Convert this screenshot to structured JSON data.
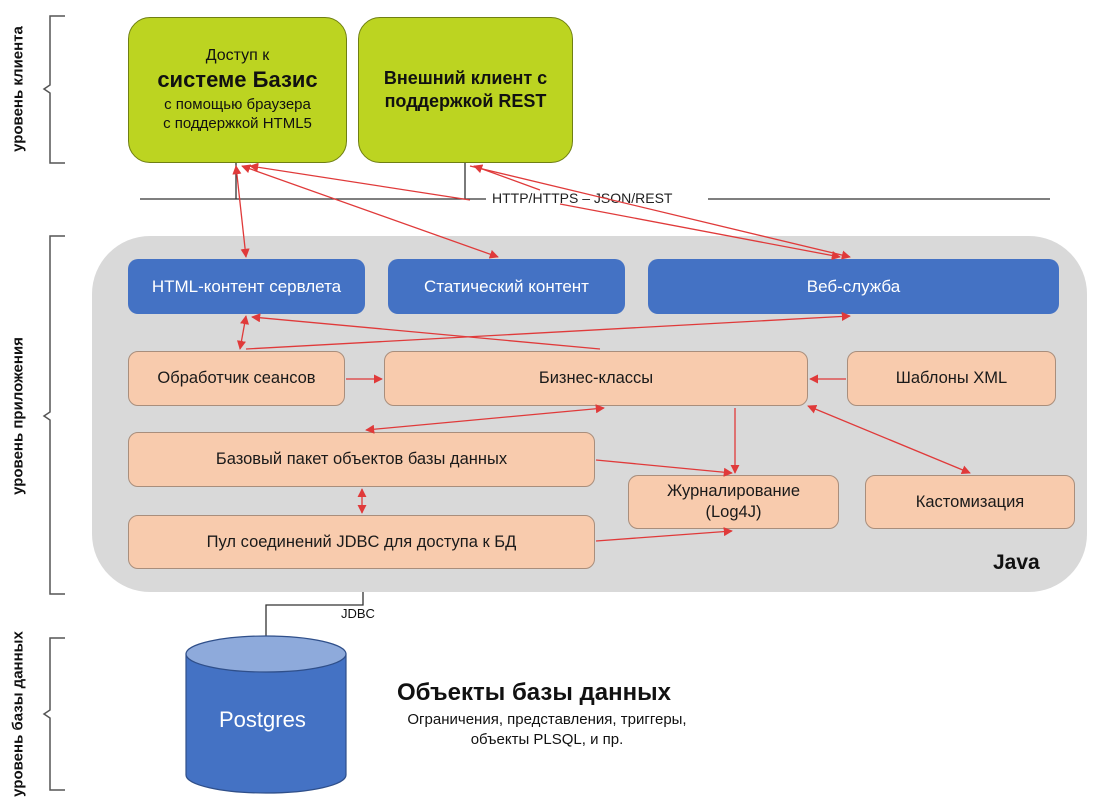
{
  "tiers": {
    "client": "уровень клиента",
    "application": "уровень приложения",
    "database": "уровень базы данных"
  },
  "clients": {
    "browser": {
      "line1": "Доступ к",
      "line2": "системе Базис",
      "line3": "с помощью браузера",
      "line4": "с поддержкой HTML5"
    },
    "rest": {
      "text": "Внешний клиент с поддержкой REST"
    }
  },
  "connection_label": "HTTP/HTTPS – JSON/REST",
  "web_layer": {
    "servlet": "HTML-контент сервлета",
    "static": "Статический контент",
    "webservice": "Веб-служба"
  },
  "components": {
    "session_handler": "Обработчик сеансов",
    "business_classes": "Бизнес-классы",
    "xml_templates": "Шаблоны XML",
    "db_objects_package": "Базовый пакет объектов базы данных",
    "logging_line1": "Журналирование",
    "logging_line2": "(Log4J)",
    "customization": "Кастомизация",
    "jdbc_pool": "Пул соединений JDBC для доступа к БД"
  },
  "platform_label": "Java",
  "jdbc_label": "JDBC",
  "database": {
    "engine": "Postgres",
    "title": "Объекты базы данных",
    "description_line1": "Ограничения, представления, триггеры,",
    "description_line2": "объекты PLSQL, и пр."
  },
  "colors": {
    "client_box": "#bcd421",
    "web_box": "#4472c4",
    "component_box": "#f8cbad",
    "panel": "#d9d9d9",
    "arrow": "#e03a3a",
    "cylinder": "#4472c4"
  }
}
